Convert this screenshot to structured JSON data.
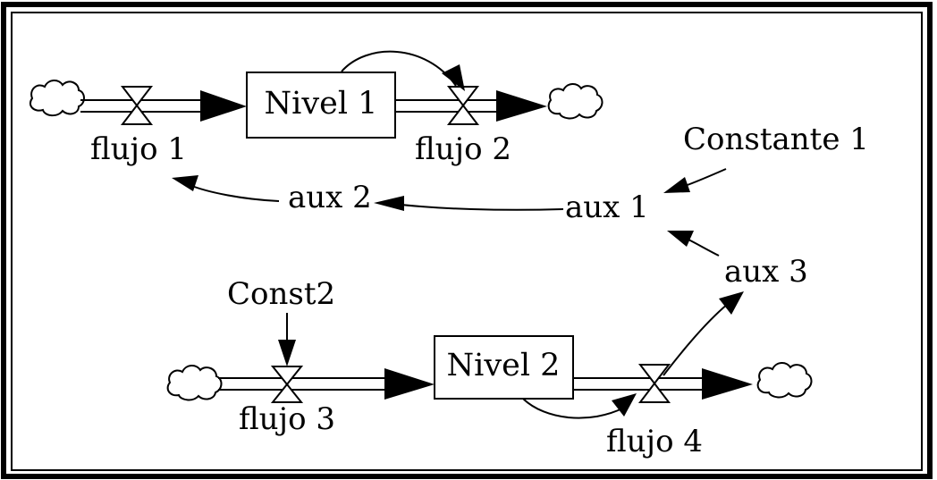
{
  "diagram": {
    "stocks": {
      "nivel1": "Nivel 1",
      "nivel2": "Nivel 2"
    },
    "flows": {
      "flujo1": "flujo 1",
      "flujo2": "flujo 2",
      "flujo3": "flujo 3",
      "flujo4": "flujo 4"
    },
    "auxiliaries": {
      "aux1": "aux 1",
      "aux2": "aux 2",
      "aux3": "aux 3"
    },
    "constants": {
      "constante1": "Constante 1",
      "const2": "Const2"
    }
  }
}
